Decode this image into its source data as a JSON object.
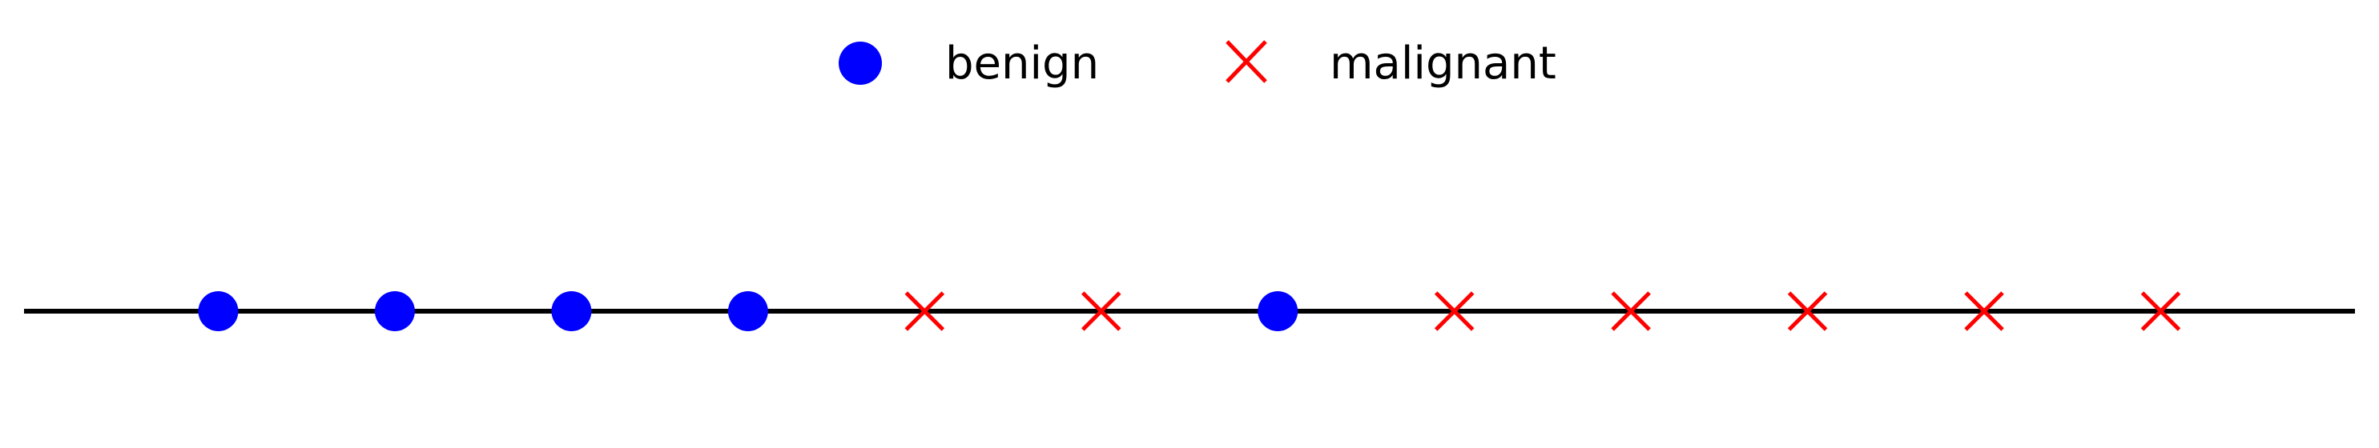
{
  "chart_data": {
    "type": "scatter",
    "title": "",
    "xlabel": "",
    "ylabel": "",
    "axes_visible": false,
    "grid": false,
    "legend_placement": "top-center",
    "x": [
      1,
      2,
      3,
      4,
      5,
      6,
      7,
      8,
      9,
      10,
      11,
      12
    ],
    "series": [
      {
        "name": "benign",
        "marker": "circle",
        "color": "#0000ff",
        "x": [
          1,
          2,
          3,
          4,
          7
        ],
        "y": [
          0,
          0,
          0,
          0,
          0
        ]
      },
      {
        "name": "malignant",
        "marker": "x",
        "color": "#ff0000",
        "x": [
          5,
          6,
          8,
          9,
          10,
          11,
          12
        ],
        "y": [
          0,
          0,
          0,
          0,
          0,
          0,
          0
        ]
      }
    ],
    "xlim": [
      -0.1,
      13.1
    ],
    "baseline": {
      "y": 0,
      "color": "#000000"
    }
  }
}
